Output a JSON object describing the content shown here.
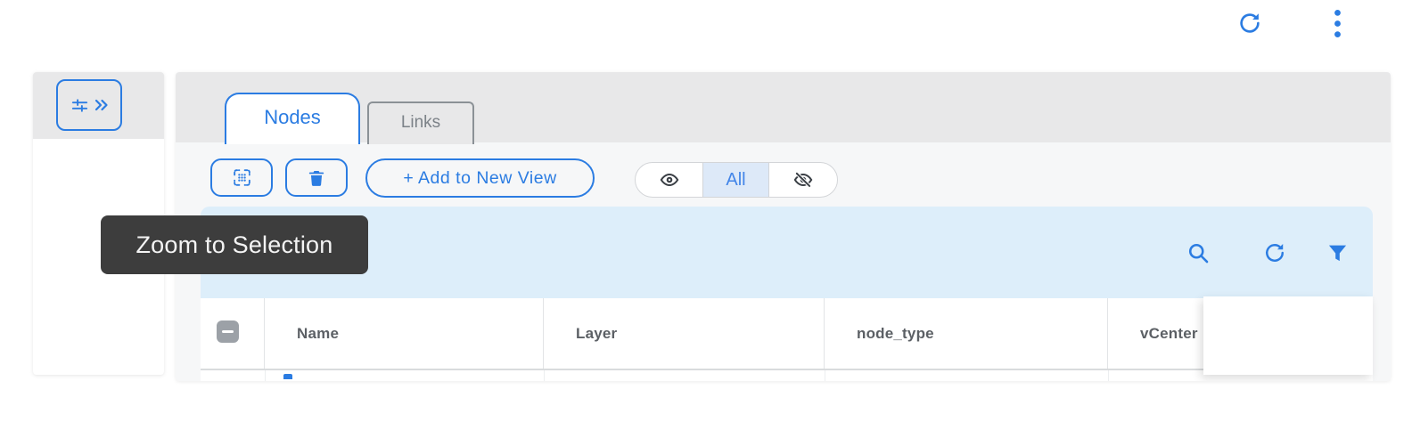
{
  "topbar": {
    "refresh_icon": "refresh",
    "menu_icon": "kebab-vertical"
  },
  "sidebar": {
    "expand_filters_button": {
      "icon": "sliders",
      "chevron_icon": "double-chevron-right"
    }
  },
  "panel": {
    "tabs": [
      {
        "label": "Nodes",
        "active": true
      },
      {
        "label": "Links",
        "active": false
      }
    ],
    "toolbar": {
      "zoom_button_icon": "zoom-to-selection",
      "zoom_button_tooltip": "Zoom to Selection",
      "delete_button_icon": "trash",
      "add_to_view_label": "+ Add to New View",
      "visibility_toggle": {
        "options": [
          {
            "icon": "eye",
            "label": ""
          },
          {
            "icon": "",
            "label": "All",
            "selected": true
          },
          {
            "icon": "eye-off",
            "label": ""
          }
        ]
      }
    },
    "selection_bar": {
      "icons": [
        "search",
        "refresh",
        "filter"
      ]
    },
    "table": {
      "select_all_checkbox": "indeterminate",
      "columns": [
        "Name",
        "Layer",
        "node_type",
        "vCenter"
      ]
    }
  },
  "tooltip": {
    "text": "Zoom to Selection"
  },
  "colors": {
    "accent": "#2b7ce2",
    "selection_bar_bg": "#ddeefa",
    "segment_selected_bg": "#dde9f8",
    "tooltip_bg": "#3d3d3d",
    "tab_band_bg": "#e8e8e9",
    "panel_bg": "#f6f7f8",
    "icon_dark": "#3a3f45"
  }
}
